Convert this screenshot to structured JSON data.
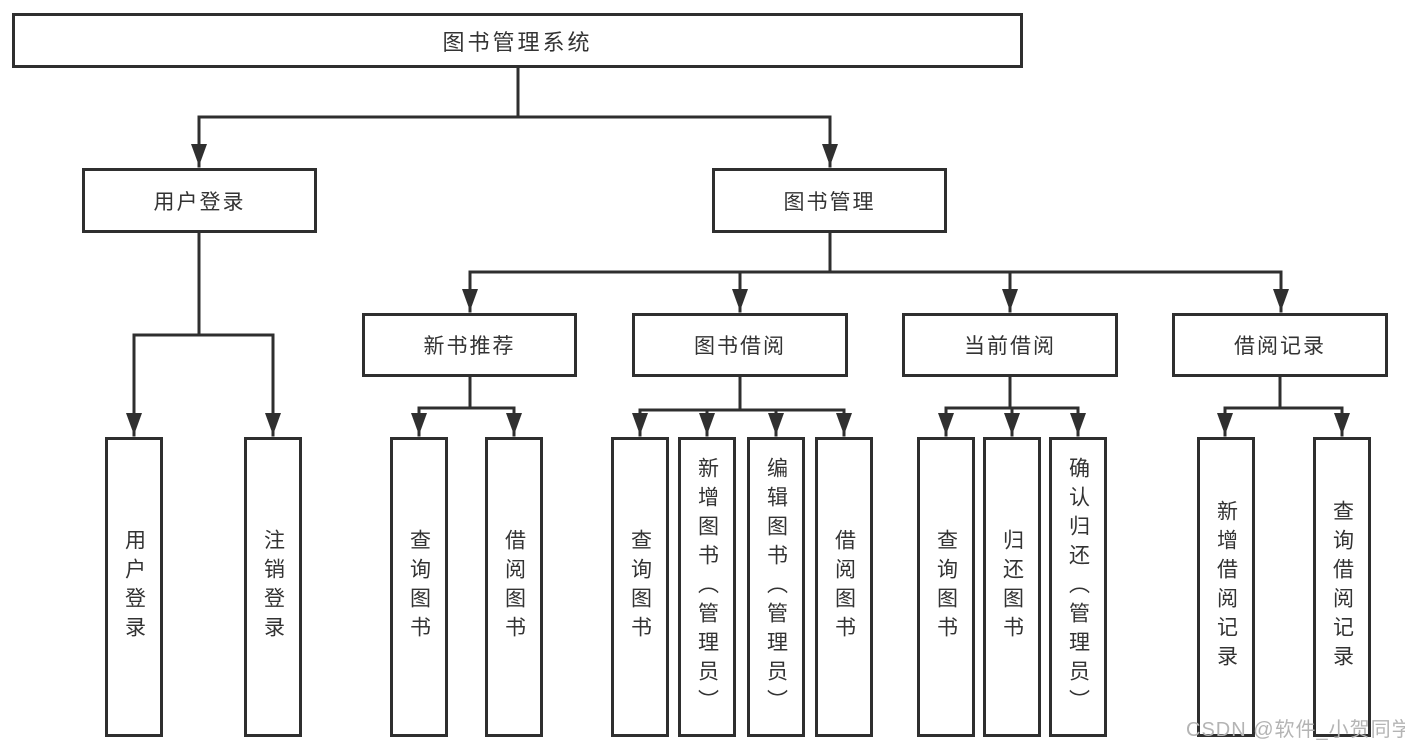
{
  "tree": {
    "root": {
      "label": "图书管理系统",
      "children": [
        {
          "label": "用户登录",
          "children": [
            {
              "label": "用户登录"
            },
            {
              "label": "注销登录"
            }
          ]
        },
        {
          "label": "图书管理",
          "children": [
            {
              "label": "新书推荐",
              "children": [
                {
                  "label": "查询图书"
                },
                {
                  "label": "借阅图书"
                }
              ]
            },
            {
              "label": "图书借阅",
              "children": [
                {
                  "label": "查询图书"
                },
                {
                  "label": "新增图书（管理员）"
                },
                {
                  "label": "编辑图书（管理员）"
                },
                {
                  "label": "借阅图书"
                }
              ]
            },
            {
              "label": "当前借阅",
              "children": [
                {
                  "label": "查询图书"
                },
                {
                  "label": "归还图书"
                },
                {
                  "label": "确认归还（管理员）"
                }
              ]
            },
            {
              "label": "借阅记录",
              "children": [
                {
                  "label": "新增借阅记录"
                },
                {
                  "label": "查询借阅记录"
                }
              ]
            }
          ]
        }
      ]
    }
  },
  "watermark": {
    "text": "CSDN @软件_小贺同学"
  },
  "colors": {
    "line": "#2f2f2f",
    "box_border": "#2f2f2f",
    "text": "#333333",
    "watermark": "#b4b4b4",
    "background": "#ffffff"
  }
}
